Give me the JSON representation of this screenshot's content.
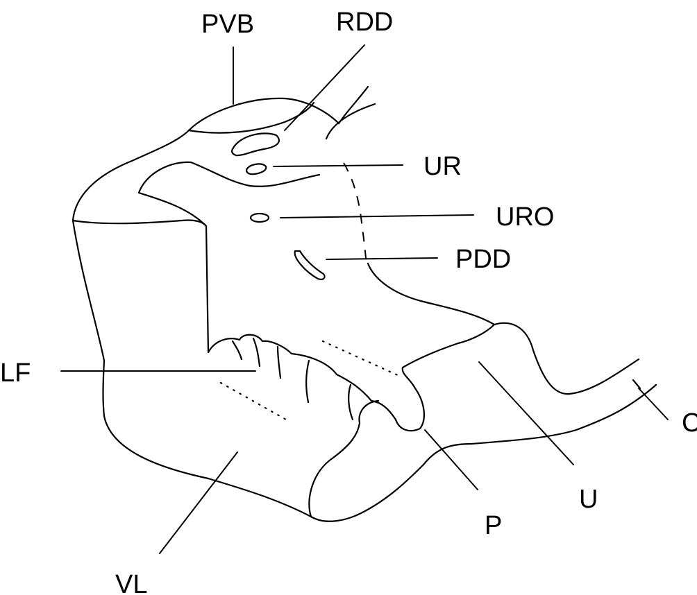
{
  "labels": {
    "pvb": "PVB",
    "rdd": "RDD",
    "ur": "UR",
    "uro": "URO",
    "pdd": "PDD",
    "lf": "LF",
    "c": "C",
    "u": "U",
    "p": "P",
    "vl": "VL"
  }
}
